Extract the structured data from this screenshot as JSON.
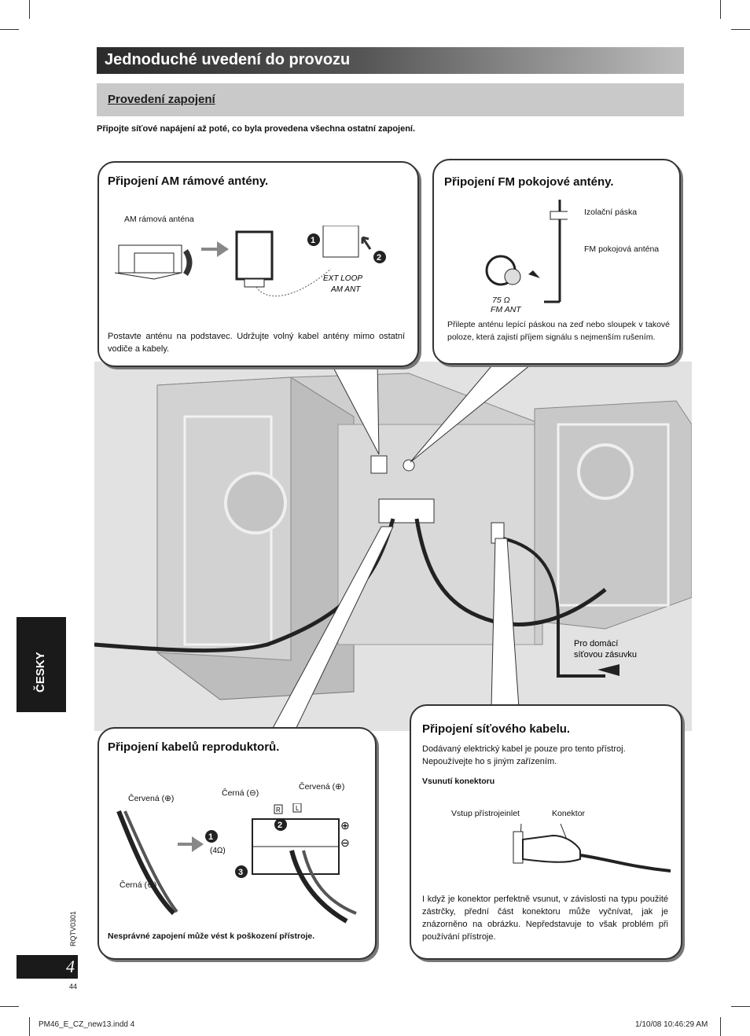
{
  "title": "Jednoduché uvedení do provozu",
  "subtitle": "Provedení zapojení",
  "note": "Připojte síťové napájení až poté, co byla provedena všechna ostatní zapojení.",
  "am_box": {
    "heading": "Připojení AM rámové antény.",
    "label_antenna": "AM rámová anténa",
    "label_ext_loop": "EXT LOOP",
    "label_am_ant": "AM ANT",
    "step1": "1",
    "step2": "2",
    "text": "Postavte anténu na podstavec. Udržujte volný kabel antény mimo ostatní vodiče a kabely."
  },
  "fm_box": {
    "heading": "Připojení FM pokojové antény.",
    "label_tape": "Izolační páska",
    "label_antenna": "FM pokojová anténa",
    "label_ohm": "75 Ω",
    "label_fm_ant": "FM ANT",
    "text": "Přilepte anténu lepící páskou na zeď nebo sloupek v takové poloze, která zajistí příjem signálu s nejmenším rušením."
  },
  "outlet_label": "Pro domácí síťovou zásuvku",
  "speaker_box": {
    "heading": "Připojení kabelů reproduktorů.",
    "label_red_left": "Červená (⊕)",
    "label_black_left": "Černá (⊖)",
    "label_black_top": "Černá (⊖)",
    "label_red_top": "Červená (⊕)",
    "label_impedance": "(4Ω)",
    "label_r": "R",
    "label_l": "L",
    "plus": "⊕",
    "minus": "⊖",
    "step1": "1",
    "step2": "2",
    "step3": "3",
    "warning": "Nesprávné zapojení může vést k poškození přístroje."
  },
  "power_box": {
    "heading": "Připojení síťového kabelu.",
    "text1": "Dodávaný elektrický kabel je pouze pro tento přístroj. Nepoužívejte ho s jiným zařízením.",
    "subheading": "Vsunutí konektoru",
    "label_inlet": "Vstup přístrojeinlet",
    "label_connector": "Konektor",
    "text2": "I když je konektor perfektně vsunut, v závislosti na typu použité zástrčky, přední část konektoru může vyčnívat, jak je znázorněno na obrázku. Nepředstavuje to však problém při používání přístroje."
  },
  "side_tab": "ČESKY",
  "doc_code": "RQTV0301",
  "page_number": "4",
  "page_small": "44",
  "footer_left": "PM46_E_CZ_new13.indd   4",
  "footer_right": "1/10/08   10:46:29 AM"
}
